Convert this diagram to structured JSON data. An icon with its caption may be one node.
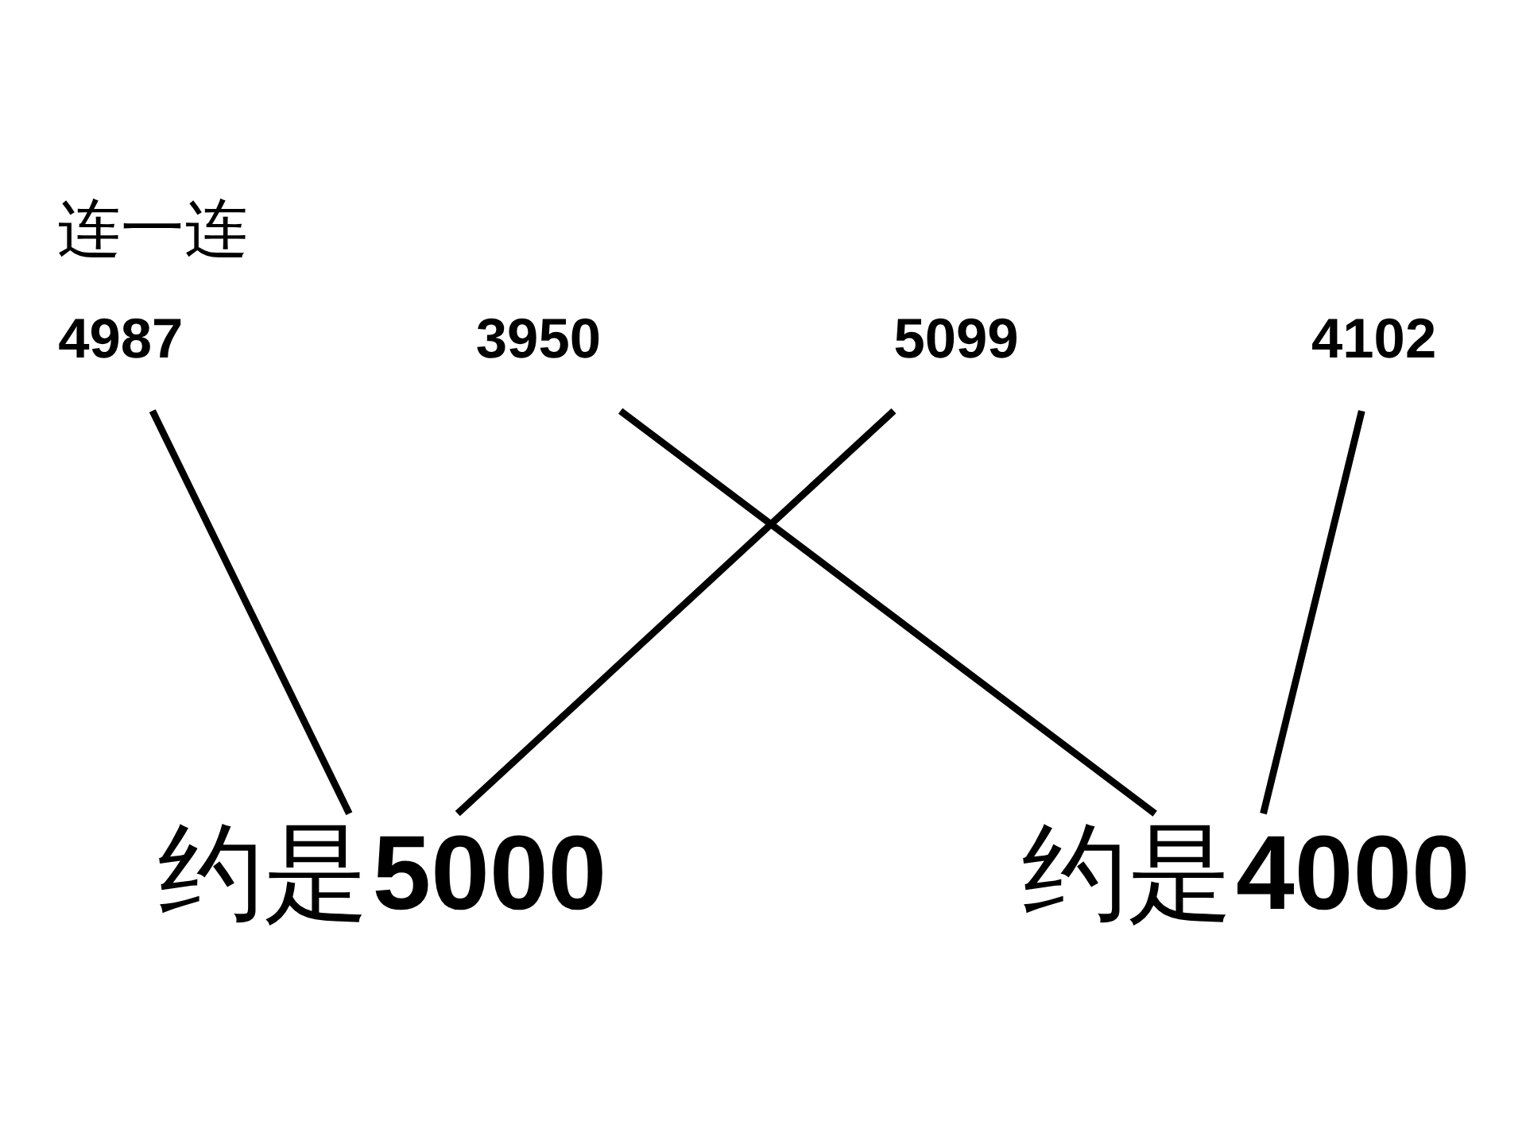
{
  "diagram": {
    "title": "连一连",
    "nodes": [
      {
        "text": [
          "4987"
        ]
      },
      {
        "text": [
          "3950"
        ]
      },
      {
        "text": [
          "5099"
        ]
      },
      {
        "text": [
          "4102"
        ]
      },
      {
        "text": [
          "约是**5000**"
        ]
      },
      {
        "text": [
          "约是**4000**"
        ]
      }
    ],
    "edges": [
      {
        "from": 0,
        "to": 4,
        "arrow": "none"
      },
      {
        "from": 1,
        "to": 5,
        "arrow": "none"
      },
      {
        "from": 2,
        "to": 4,
        "arrow": "none"
      },
      {
        "from": 3,
        "to": 5,
        "arrow": "none"
      }
    ]
  }
}
